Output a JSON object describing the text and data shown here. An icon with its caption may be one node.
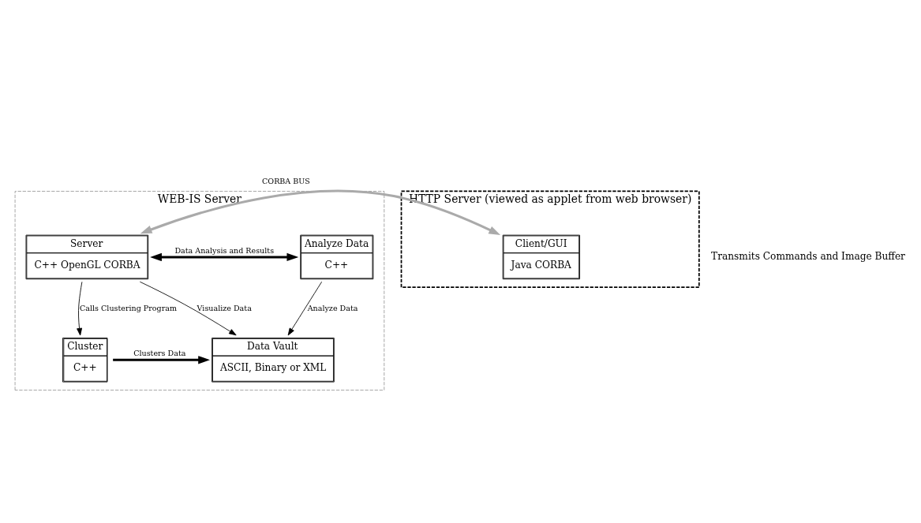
{
  "diagram": {
    "nodes": [
      {
        "text": [
          "WEB-IS Server"
        ]
      },
      {
        "text": [
          "Analyze Data",
          "C++"
        ],
        "in": 0
      },
      {
        "text": [
          "Server",
          "C++ OpenGL CORBA"
        ],
        "in": 0
      },
      {
        "text": [
          "Data Vault",
          "ASCII, Binary or XML"
        ],
        "in": 0
      },
      {
        "text": [
          "Cluster",
          "C++"
        ],
        "in": 0
      },
      {
        "text": [
          "HTTP Server (viewed as applet from web browser)"
        ]
      },
      {
        "text": [
          "Client/GUI",
          "Java CORBA"
        ],
        "in": 5
      }
    ],
    "edges": [
      {
        "from": 1,
        "to": 2,
        "arrow": "both",
        "label": "Data Analysis and Results",
        "style": "thick"
      },
      {
        "from": 1,
        "to": 3,
        "arrow": "to",
        "label": "Analyze Data"
      },
      {
        "from": 2,
        "to": 3,
        "arrow": "to",
        "label": "Visualize Data"
      },
      {
        "from": 2,
        "to": 4,
        "arrow": "to",
        "label": "Calls Clustering Program"
      },
      {
        "from": 4,
        "to": 3,
        "arrow": "to",
        "label": "Clusters Data",
        "style": "thick"
      },
      {
        "from": 2,
        "to": 6,
        "arrow": "both",
        "label": "CORBA BUS",
        "style": "thick",
        "color": "#aaaaaa"
      }
    ],
    "labels": [
      "Transmits Commands and Image Buffer"
    ]
  }
}
